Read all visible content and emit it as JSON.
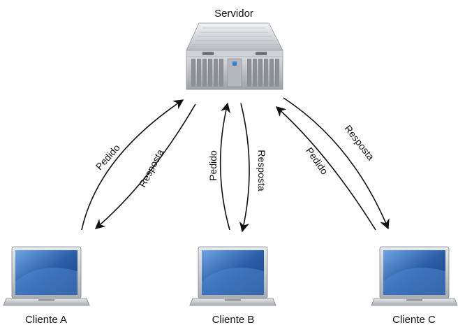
{
  "server": {
    "label": "Servidor"
  },
  "clients": [
    {
      "label": "Cliente A"
    },
    {
      "label": "Cliente B"
    },
    {
      "label": "Cliente C"
    }
  ],
  "arrows": {
    "request_label": "Pedido",
    "response_label": "Resposta"
  },
  "colors": {
    "arrow": "#111111",
    "screen": "#2b5fa8",
    "laptop_body": "#c9cdd2",
    "server_body": "#d4d6d9"
  }
}
